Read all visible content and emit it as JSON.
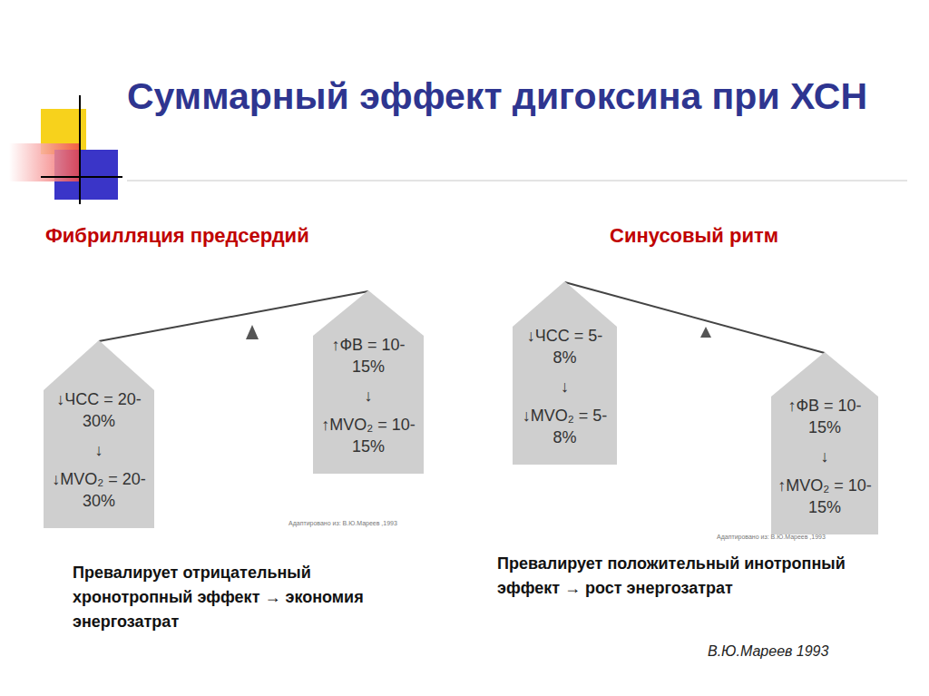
{
  "diagram": {
    "title": "Суммарный эффект дигоксина при ХСН",
    "nodes": [
      {
        "text": [
          "↓ЧСС = 20-30%",
          "↓",
          "↓MVO₂ = 20-30%"
        ]
      },
      {
        "text": [
          "↑ФВ = 10-15%",
          "↓",
          "↑MVO₂ = 10-15%"
        ]
      },
      {
        "text": [
          "↓ЧСС = 5-8%",
          "↓",
          "↓MVO₂ = 5-8%"
        ]
      },
      {
        "text": [
          "↑ФВ = 10-15%",
          "↓",
          "↑MVO₂ = 10-15%"
        ]
      }
    ],
    "edges": [
      {
        "from": 0,
        "to": 1,
        "arrow": "none"
      },
      {
        "from": 2,
        "to": 3,
        "arrow": "none"
      }
    ],
    "labels": [
      "Фибрилляция предсердий",
      "Синусовый ритм",
      "Превалирует отрицательный хронотропный эффект → экономия энергозатрат",
      "Превалирует положительный инотропный эффект → рост энергозатрат",
      "Адаптировано из: В.Ю.Мареев ,1993",
      "Адаптировано из: В.Ю.Мареев ,1993",
      "В.Ю.Мареев 1993"
    ]
  }
}
